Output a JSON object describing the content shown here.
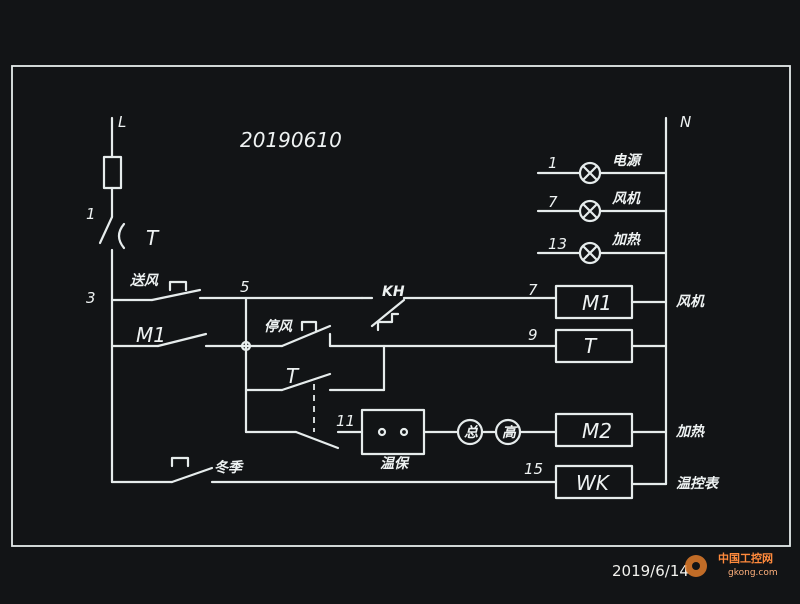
{
  "diagram": {
    "date_code": "20190610",
    "rails": {
      "line": "L",
      "neutral": "N"
    },
    "node_labels": {
      "n1": "1",
      "fuse_contact": "T",
      "n3": "3",
      "n5": "5",
      "n7_lamp": "7",
      "n13": "13",
      "n1_lamp": "1",
      "n7_m1": "7",
      "n9": "9",
      "n11": "11",
      "n15": "15",
      "kh": "KH"
    },
    "switches": {
      "send_air": "送风",
      "m1_contact": "M1",
      "stop_air": "停风",
      "t_contact": "T",
      "winter": "冬季"
    },
    "lamps": [
      {
        "number": "1",
        "label": "电源"
      },
      {
        "number": "7",
        "label": "风机"
      },
      {
        "number": "13",
        "label": "加热"
      }
    ],
    "coils": [
      {
        "text": "M1",
        "right_label": "风机"
      },
      {
        "text": "T",
        "right_label": ""
      },
      {
        "text": "M2",
        "right_label": "加热"
      },
      {
        "text": "WK",
        "right_label": "温控表"
      }
    ],
    "keep_warm": "温保",
    "circle_always": "总",
    "circle_high": "高"
  },
  "photo": {
    "timestamp": "2019/6/14",
    "watermark_brand": "中国工控网",
    "watermark_url": "gkong.com"
  }
}
